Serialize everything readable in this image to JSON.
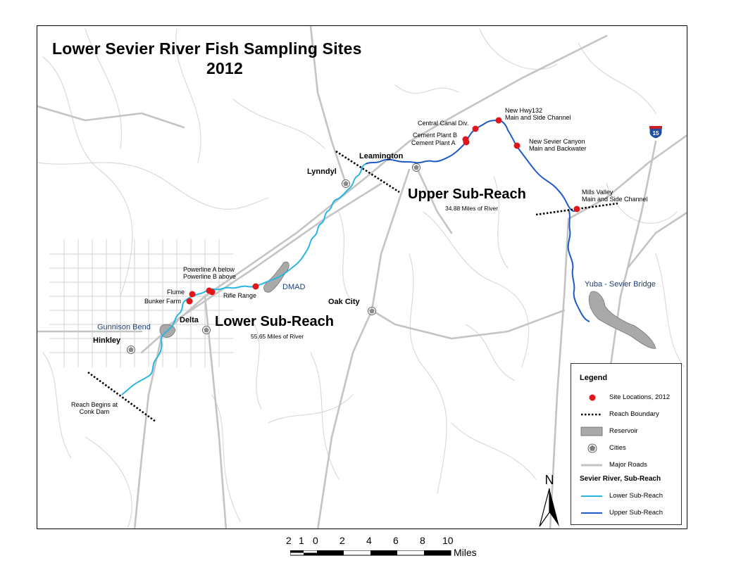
{
  "map": {
    "title_line1": "Lower Sevier River Fish Sampling Sites",
    "title_line2": "2012",
    "colors": {
      "roads": "#c6c6c6",
      "minor_roads": "#d9d9d9",
      "lower_reach": "#29b6e3",
      "upper_reach": "#1f5bc7",
      "site": "#e0161b",
      "reservoir": "#a9a9a9",
      "city": "#8a8a8a"
    },
    "sites": [
      {
        "label": "New Hwy132",
        "sublabel": "Main and Side Channel"
      },
      {
        "label": "Central Canal Div."
      },
      {
        "label": "Cement Plant B"
      },
      {
        "label": "Cement Plant A"
      },
      {
        "label": "New Sevier Canyon",
        "sublabel": "Main and Backwater"
      },
      {
        "label": "Mills Valley",
        "sublabel": "Main and Side Channel"
      },
      {
        "label": "Powerline A below",
        "sublabel": "Powerline B above"
      },
      {
        "label": "Rifle Range"
      },
      {
        "label": "Flume"
      },
      {
        "label": "Bunker Farm"
      }
    ],
    "cities": {
      "leamington": "Leamington",
      "lynndyl": "Lynndyl",
      "oak_city": "Oak City",
      "delta": "Delta",
      "hinkley": "Hinkley"
    },
    "features": {
      "dmad": "DMAD",
      "gunnison_bend": "Gunnison Bend",
      "yuba_bridge": "Yuba - Sevier Bridge",
      "reach_start_line1": "Reach Begins at",
      "reach_start_line2": "Conk Dam",
      "interstate": "15"
    },
    "reaches": {
      "upper": {
        "name": "Upper Sub-Reach",
        "miles": "34.88 Miles of River"
      },
      "lower": {
        "name": "Lower Sub-Reach",
        "miles": "55.65 Miles of River"
      }
    }
  },
  "legend": {
    "title": "Legend",
    "items": [
      {
        "label": "Site Locations, 2012",
        "symbol": "red-dot"
      },
      {
        "label": "Reach Boundary",
        "symbol": "dotted-line"
      },
      {
        "label": "Reservoir",
        "symbol": "gray-box"
      },
      {
        "label": "Cities",
        "symbol": "pentagon"
      },
      {
        "label": "Major  Roads",
        "symbol": "gray-line"
      }
    ],
    "subtitle": "Sevier River, Sub-Reach",
    "sub_items": [
      {
        "label": "Lower Sub-Reach",
        "color": "#29b6e3"
      },
      {
        "label": "Upper Sub-Reach",
        "color": "#1f5bc7"
      }
    ]
  },
  "scale": {
    "ticks": [
      "2",
      "1",
      "0",
      "2",
      "4",
      "6",
      "8",
      "10"
    ],
    "unit": "Miles"
  },
  "north": {
    "label": "N"
  }
}
